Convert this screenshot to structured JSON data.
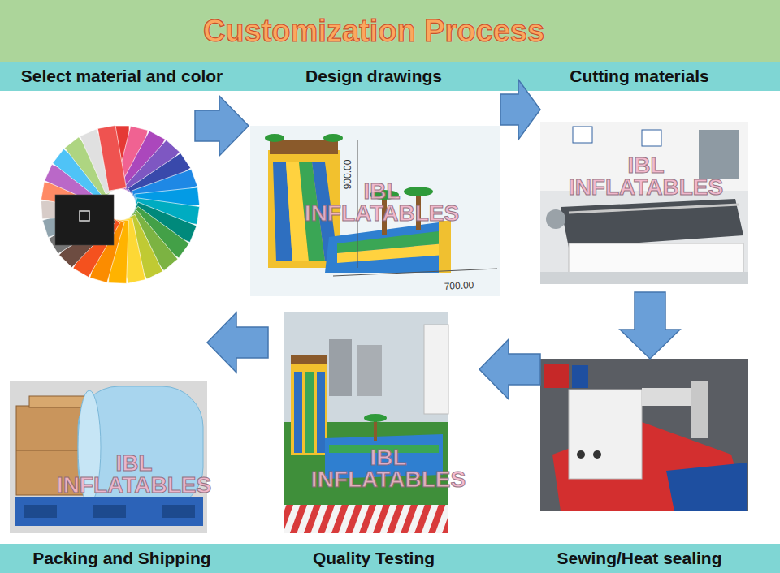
{
  "diagram": {
    "title": "Customization Process",
    "nodes": [
      {
        "text": [
          "Select material and color"
        ]
      },
      {
        "text": [
          "Design drawings"
        ]
      },
      {
        "text": [
          "Cutting materials"
        ]
      },
      {
        "text": [
          "Packing and Shipping"
        ]
      },
      {
        "text": [
          "Quality Testing"
        ]
      },
      {
        "text": [
          "Sewing/Heat sealing"
        ]
      }
    ],
    "edges": [
      {
        "from": 0,
        "to": 1,
        "arrow": "to"
      },
      {
        "from": 1,
        "to": 2,
        "arrow": "to"
      },
      {
        "from": 2,
        "to": 5,
        "arrow": "to"
      },
      {
        "from": 5,
        "to": 4,
        "arrow": "to"
      },
      {
        "from": 4,
        "to": 3,
        "arrow": "to"
      }
    ],
    "labels": [
      "IBL INFLATABLES",
      "900.00",
      "700.00",
      "IBL INFLATABLES",
      "IBL INFLATABLES",
      "IBL INFLATABLES"
    ]
  }
}
